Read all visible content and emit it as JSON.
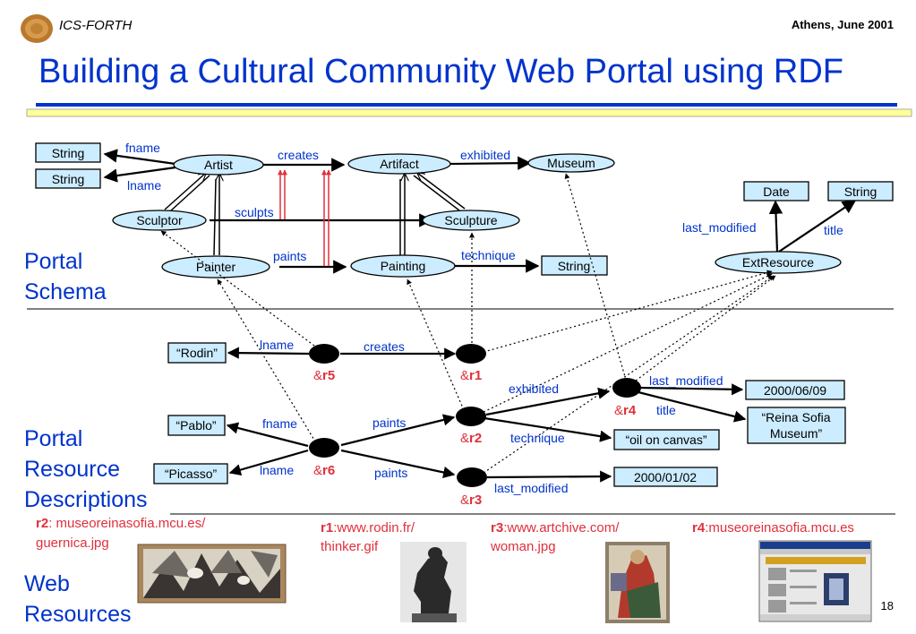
{
  "header": {
    "org": "ICS-FORTH",
    "place_date": "Athens, June 2001",
    "title": "Building a Cultural Community Web Portal using RDF"
  },
  "sections": {
    "schema_line1": "Portal",
    "schema_line2": "Schema",
    "resource_line1": "Portal",
    "resource_line2": "Resource",
    "resource_line3": "Descriptions",
    "web_line1": "Web",
    "web_line2": "Resources"
  },
  "schema": {
    "classes": {
      "artist": "Artist",
      "artifact": "Artifact",
      "museum": "Museum",
      "sculptor": "Sculptor",
      "sculpture": "Sculpture",
      "painter": "Painter",
      "painting": "Painting",
      "extresource": "ExtResource"
    },
    "literals": {
      "string1": "String",
      "string2": "String",
      "string3": "String",
      "string4": "String",
      "date": "Date"
    },
    "properties": {
      "fname": "fname",
      "lname": "lname",
      "creates": "creates",
      "exhibited": "exhibited",
      "sculpts": "sculpts",
      "paints": "paints",
      "technique": "technique",
      "last_modified": "last_modified",
      "title": "title"
    }
  },
  "resources": {
    "r1": {
      "prefix": "&",
      "name": "r1"
    },
    "r2": {
      "prefix": "&",
      "name": "r2"
    },
    "r3": {
      "prefix": "&",
      "name": "r3"
    },
    "r4": {
      "prefix": "&",
      "name": "r4"
    },
    "r5": {
      "prefix": "&",
      "name": "r5"
    },
    "r6": {
      "prefix": "&",
      "name": "r6"
    },
    "literals": {
      "rodin": "“Rodin”",
      "pablo": "“Pablo”",
      "picasso": "“Picasso”",
      "date1": "2000/06/09",
      "reina_line1": "“Reina Sofia",
      "reina_line2": "Museum”",
      "oil": "“oil on canvas”",
      "date2": "2000/01/02"
    },
    "edges": {
      "lname_r5": "lname",
      "creates_r5": "creates",
      "exhibited_r4": "exhibited",
      "last_modified_r4": "last_modified",
      "title_r4": "title",
      "fname_r6": "fname",
      "lname_r6": "lname",
      "paints_r2": "paints",
      "paints_r3": "paints",
      "technique_r2": "technique",
      "last_modified_r3": "last_modified"
    }
  },
  "web_resources": {
    "r2_id": "r2",
    "r2_url_line1": ": museoreinasofia.mcu.es/",
    "r2_url_line2": "guernica.jpg",
    "r1_id": "r1",
    "r1_url_line1": ":www.rodin.fr/",
    "r1_url_line2": "thinker.gif",
    "r3_id": "r3",
    "r3_url_line1": ":www.artchive.com/",
    "r3_url_line2": "woman.jpg",
    "r4_id": "r4",
    "r4_url": ":museoreinasofia.mcu.es"
  },
  "page_number": "18",
  "colors": {
    "accent_blue": "#0033cc",
    "node_fill": "#ccecff",
    "subclass_red": "#e0303c",
    "rule_yellow": "#ffff99"
  }
}
